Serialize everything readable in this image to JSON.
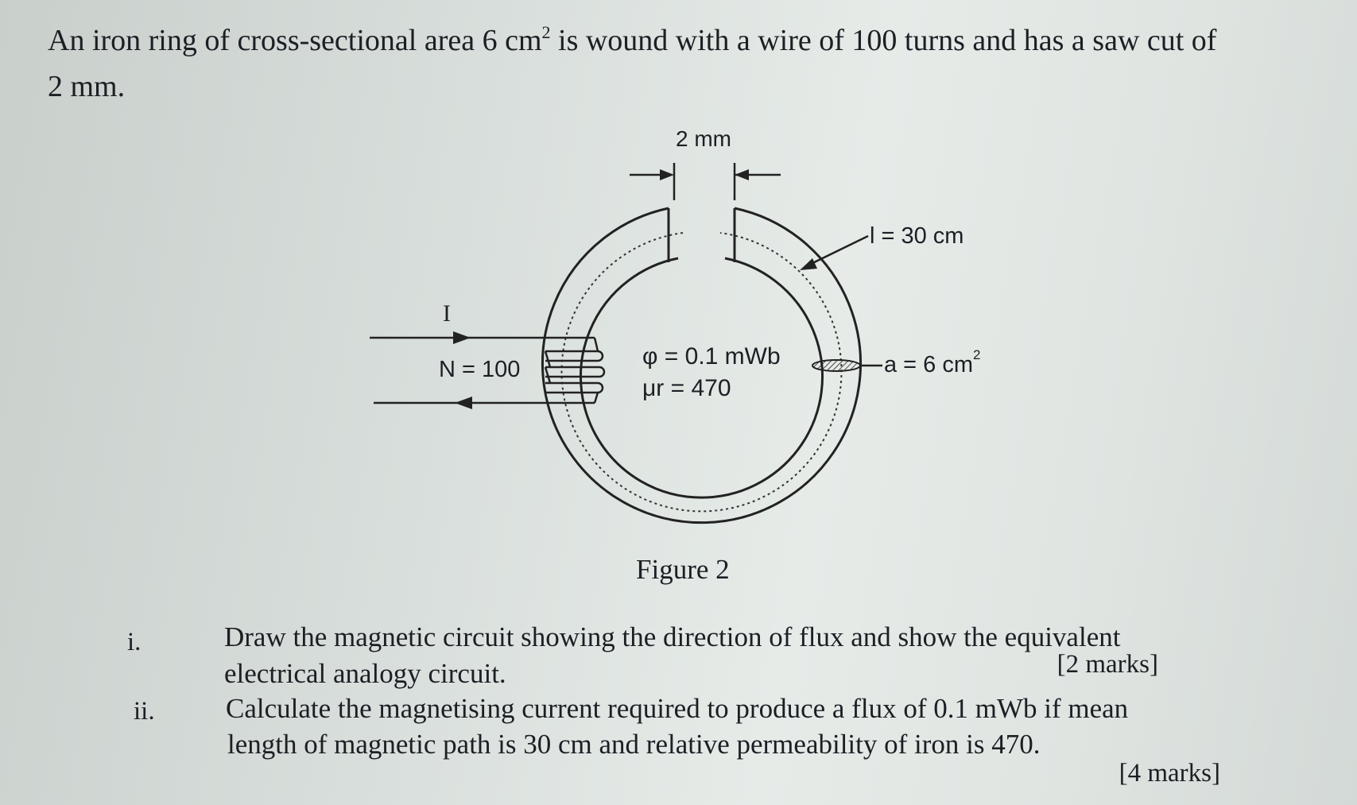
{
  "problem": {
    "intro_part1": "An iron ring of cross-sectional area 6 cm",
    "intro_sup": "2",
    "intro_part2": " is wound with a wire of 100 turns and has a saw cut of",
    "intro_line2": "2 mm."
  },
  "figure": {
    "gap_label": "2 mm",
    "current_label": "I",
    "turns_label": "N = 100",
    "length_label": "l = 30 cm",
    "flux_label": "φ = 0.1 mWb",
    "permeability_label": "μr = 470",
    "area_label": "a = 6 cm",
    "area_sup": "2",
    "caption": "Figure 2"
  },
  "questions": [
    {
      "number": "i.",
      "line1": "Draw the magnetic circuit showing the direction of flux and show the equivalent",
      "line2": "electrical analogy circuit.",
      "marks": "[2 marks]"
    },
    {
      "number": "ii.",
      "line1": "Calculate the magnetising current required to produce a flux of 0.1 mWb if mean",
      "line2": "length of magnetic path is 30 cm and relative permeability of iron is 470.",
      "marks": "[4 marks]"
    }
  ]
}
